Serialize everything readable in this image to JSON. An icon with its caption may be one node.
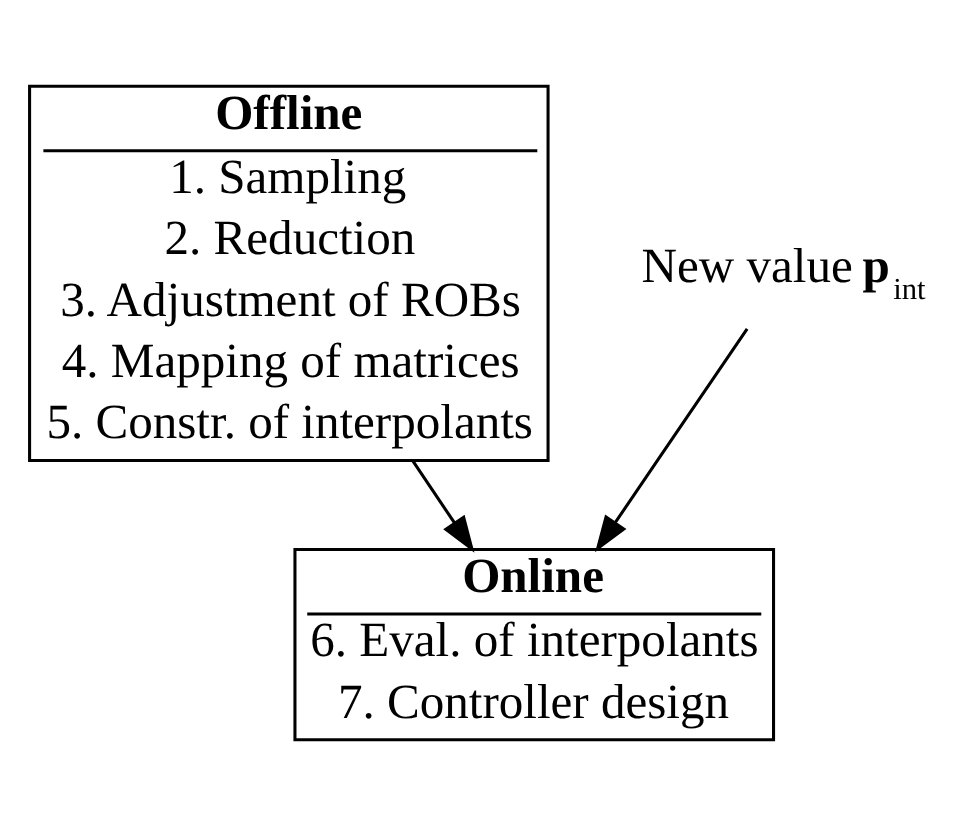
{
  "diagram": {
    "nodes": [
      {
        "text": [
          "Offline",
          "1. Sampling",
          "2. Reduction",
          "3. Adjustment of ROBs",
          "4. Mapping of matrices",
          "5. Constr. of interpolants"
        ]
      },
      {
        "text": [
          "Online",
          "6. Eval. of interpolants",
          "7. Controller design"
        ]
      },
      {
        "text": [
          "New value **p**$_{int}$"
        ]
      }
    ],
    "edges": [
      {
        "from": 0,
        "to": 1,
        "arrow": "to"
      },
      {
        "from": 2,
        "to": 1,
        "arrow": "to"
      }
    ]
  }
}
